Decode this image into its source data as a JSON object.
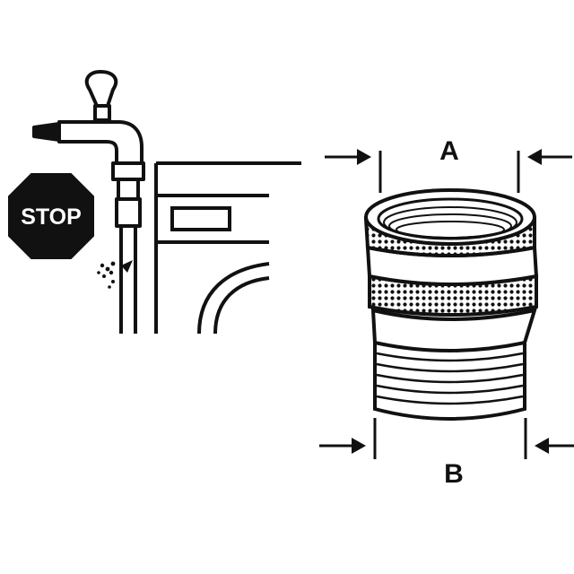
{
  "labels": {
    "top_dimension": "A",
    "bottom_dimension": "B",
    "stop_sign": "STOP"
  },
  "colors": {
    "ink": "#111111",
    "background": "#ffffff",
    "stop_sign_fill": "#111111",
    "stop_sign_text": "#ffffff"
  },
  "icons": [
    "faucet-icon",
    "stop-sign-icon",
    "water-leak-icon",
    "washing-machine-icon",
    "hose-adapter-icon",
    "arrow-right-icon",
    "arrow-left-icon"
  ]
}
